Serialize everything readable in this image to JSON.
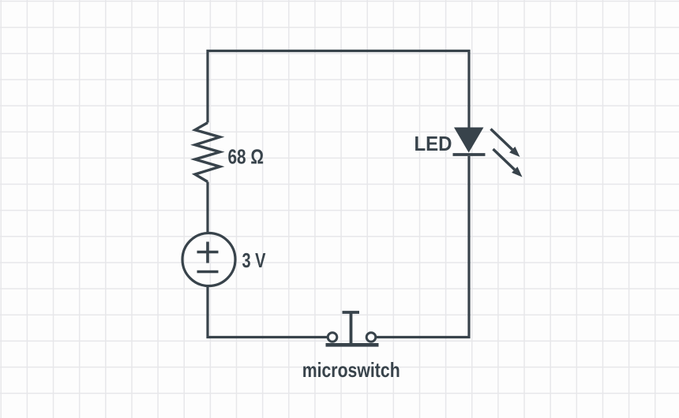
{
  "labels": {
    "resistor": "68 Ω",
    "voltage_source": "3 V",
    "led": "LED",
    "microswitch": "microswitch"
  },
  "components": {
    "resistor": {
      "value": "68 Ω"
    },
    "voltage_source": {
      "value": "3 V"
    },
    "led": {
      "name": "LED"
    },
    "switch": {
      "name": "microswitch"
    }
  },
  "colors": {
    "ink": "#38434b",
    "grid_line": "#e7e7ea",
    "canvas_background": "#fdfdfd"
  }
}
